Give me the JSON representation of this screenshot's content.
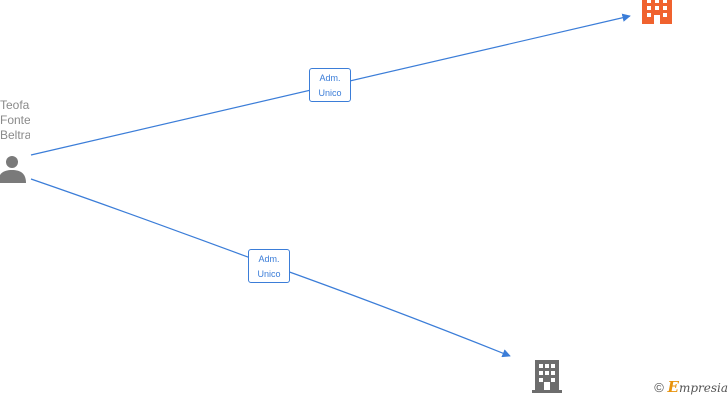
{
  "person": {
    "name_lines": [
      "Teofas",
      "Fontes",
      "Beltran"
    ],
    "icon": "person-icon",
    "color": "#7a7a7a"
  },
  "edges": [
    {
      "label_line1": "Adm.",
      "label_line2": "Unico",
      "color": "#3b7dd8"
    },
    {
      "label_line1": "Adm.",
      "label_line2": "Unico",
      "color": "#3b7dd8"
    }
  ],
  "companies": [
    {
      "icon": "building-icon",
      "color": "#f0622e"
    },
    {
      "icon": "building-icon",
      "color": "#6d6d6d"
    }
  ],
  "footer": {
    "copyright_symbol": "©",
    "brand_first": "E",
    "brand_rest": "mpresia"
  }
}
